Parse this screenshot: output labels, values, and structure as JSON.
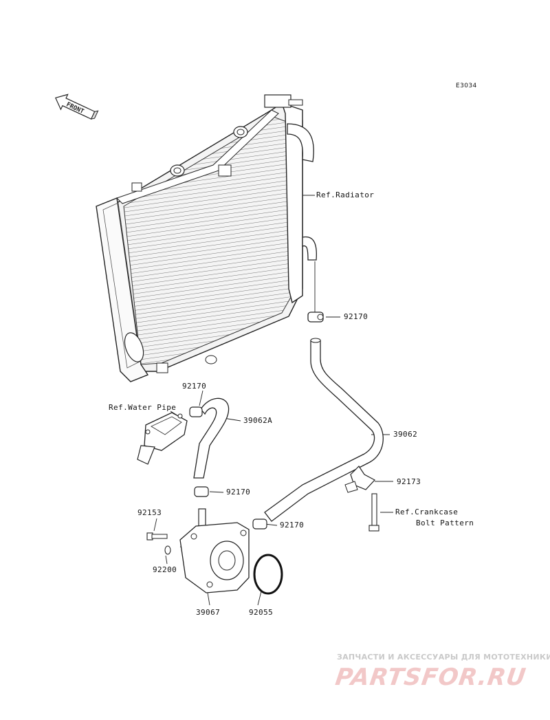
{
  "diagram_code": "E3034",
  "front_label": "FRONT",
  "labels": {
    "ref_radiator": "Ref.Radiator",
    "part_92170_a": "92170",
    "part_92170_b": "92170",
    "ref_water_pipe": "Ref.Water Pipe",
    "part_39062a": "39062A",
    "part_39062": "39062",
    "part_92173": "92173",
    "part_92170_c": "92170",
    "part_92153": "92153",
    "part_92170_d": "92170",
    "ref_crankcase_1": "Ref.Crankcase",
    "ref_crankcase_2": "Bolt Pattern",
    "part_92200": "92200",
    "part_39067": "39067",
    "part_92055": "92055"
  },
  "watermark": {
    "line1": "ЗАПЧАСТИ И АКСЕССУАРЫ ДЛЯ МОТОТЕХНИКИ",
    "line2": "PARTSFOR.RU"
  }
}
